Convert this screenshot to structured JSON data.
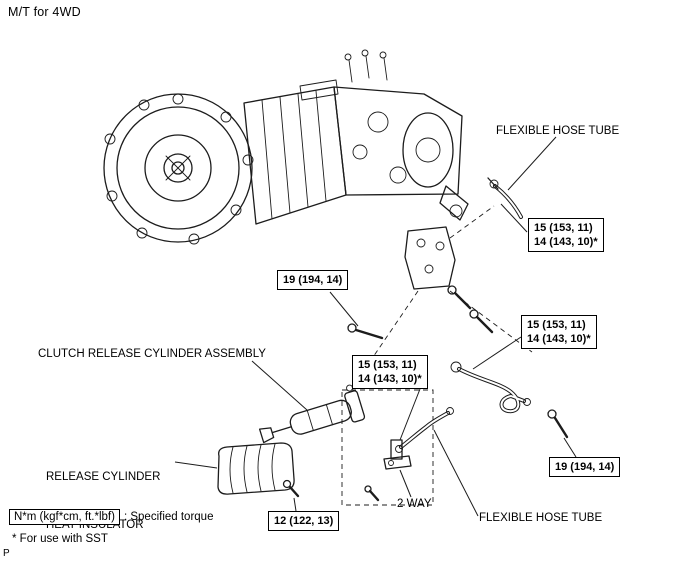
{
  "page": {
    "title": "M/T for 4WD",
    "corner_mark": "P"
  },
  "labels": {
    "flexible_hose_tube_top": "FLEXIBLE HOSE TUBE",
    "clutch_release_cylinder_assembly": "CLUTCH RELEASE CYLINDER ASSEMBLY",
    "release_cylinder_heat_insulator_line1": "RELEASE CYLINDER",
    "release_cylinder_heat_insulator_line2": "HEAT INSULATOR",
    "two_way": "2 WAY",
    "flexible_hose_tube_bottom": "FLEXIBLE HOSE TUBE"
  },
  "torque_specs": {
    "hose_union_top": {
      "line1": "15 (153, 11)",
      "line2": "14 (143, 10)*"
    },
    "bolt_upper": "19 (194, 14)",
    "hose_union_right": {
      "line1": "15 (153, 11)",
      "line2": "14 (143, 10)*"
    },
    "hose_union_mid": {
      "line1": "15 (153, 11)",
      "line2": "14 (143, 10)*"
    },
    "bolt_lower": "19 (194, 14)",
    "insulator_bolt": "12 (122, 13)"
  },
  "legend": {
    "torque_unit_box": "N*m (kgf*cm, ft.*lbf)",
    "torque_unit_suffix": ": Specified torque",
    "sst_note": "* For use with SST"
  }
}
